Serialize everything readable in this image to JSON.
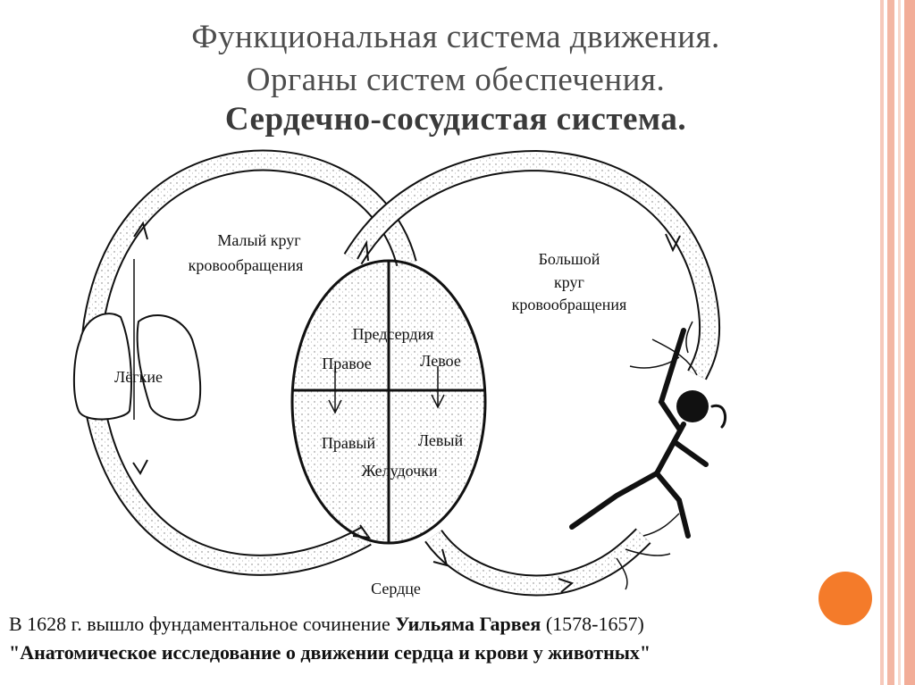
{
  "title": {
    "line1": "Функциональная система движения.",
    "line2": "Органы систем обеспечения.",
    "line3": "Сердечно-сосудистая система."
  },
  "diagram": {
    "small_circle_line1": "Малый круг",
    "small_circle_line2": "кровообращения",
    "big_circle_line1": "Большой",
    "big_circle_line2": "круг",
    "big_circle_line3": "кровообращения",
    "lungs": "Лёгкие",
    "atria": "Предсердия",
    "right_atrium": "Правое",
    "left_atrium": "Левое",
    "right_ventricle": "Правый",
    "left_ventricle": "Левый",
    "ventricles": "Желудочки",
    "heart": "Сердце"
  },
  "footer": {
    "line1_prefix": "В 1628 г. вышло фундаментальное сочинение ",
    "line1_author": "Уильяма Гарвея",
    "line1_suffix": " (1578-1657)",
    "line2": "\"Анатомическое исследование о движении сердца и крови у животных\""
  },
  "colors": {
    "accent_orange": "#f47b2a",
    "stripe_pink": "#f4b9a8",
    "title_gray": "#4d4d4d"
  }
}
